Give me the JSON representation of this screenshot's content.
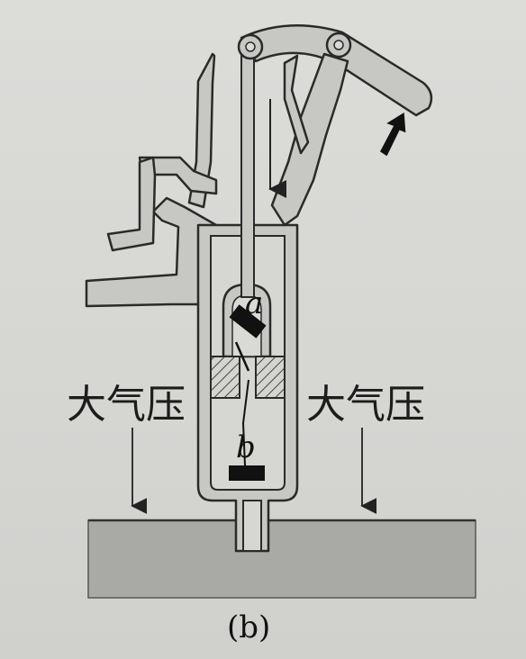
{
  "labels": {
    "valve_upper": "a",
    "valve_lower": "b",
    "atmospheric_pressure_left": "大气压",
    "atmospheric_pressure_right": "大气压",
    "caption": "(b)"
  },
  "colors": {
    "background": "#d9d9d6",
    "pump_body": "#c7c7c4",
    "water": "#a9a9a6",
    "outline": "#2a2a2a",
    "valve": "#111111"
  },
  "icons": {
    "handle_arrow": "arrow-up-right",
    "rod_arrow": "arrow-down"
  }
}
